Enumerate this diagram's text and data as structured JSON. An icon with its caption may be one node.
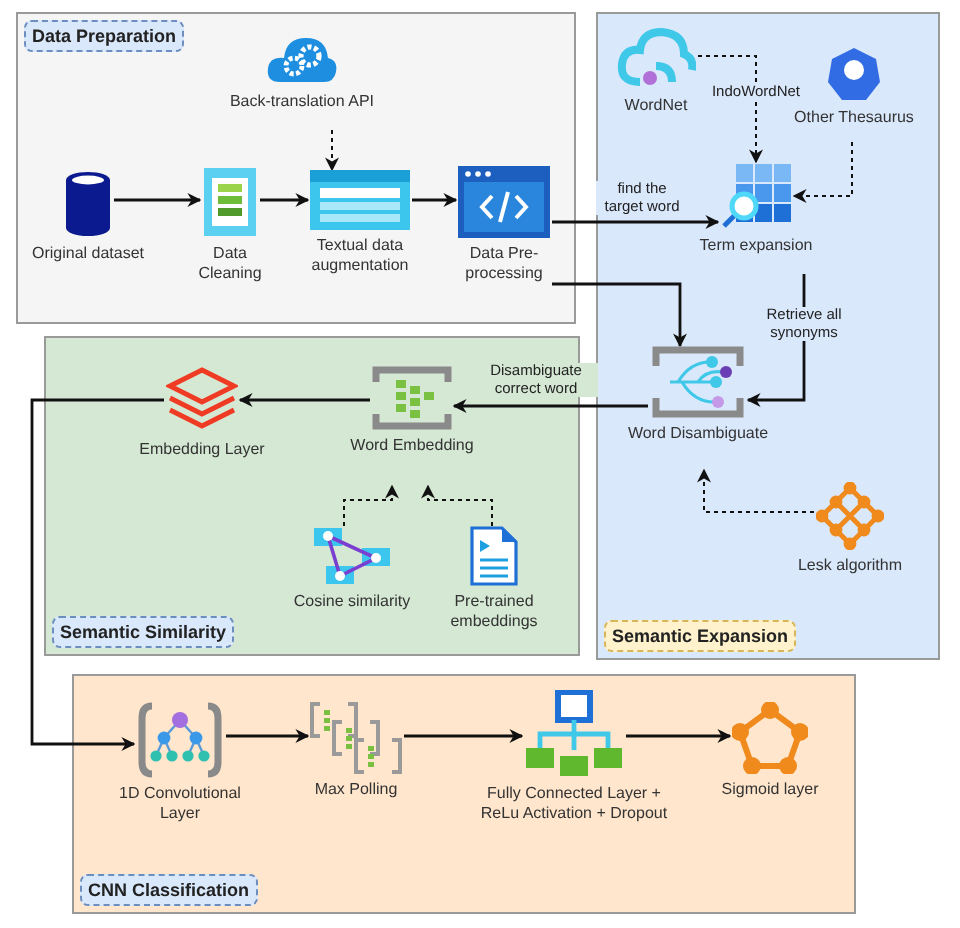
{
  "diagram": {
    "nodes": [
      {
        "text": [
          "Data Preparation"
        ]
      },
      {
        "text": [
          "Back-translation API"
        ],
        "in": 0
      },
      {
        "text": [
          "Original dataset"
        ],
        "in": 0
      },
      {
        "text": [
          "Data Cleaning"
        ],
        "in": 0
      },
      {
        "text": [
          "Textual data augmentation"
        ],
        "in": 0
      },
      {
        "text": [
          "Data Pre-processing"
        ],
        "in": 0
      },
      {
        "text": [
          "Semantic Expansion"
        ]
      },
      {
        "text": [
          "WordNet"
        ],
        "in": 6
      },
      {
        "text": [
          "Other Thesaurus"
        ],
        "in": 6
      },
      {
        "text": [
          "Term expansion"
        ],
        "in": 6
      },
      {
        "text": [
          "Word Disambiguate"
        ],
        "in": 6
      },
      {
        "text": [
          "Lesk algorithm"
        ],
        "in": 6
      },
      {
        "text": [
          "Semantic Similarity"
        ]
      },
      {
        "text": [
          "Embedding Layer"
        ],
        "in": 12
      },
      {
        "text": [
          "Word Embedding"
        ],
        "in": 12
      },
      {
        "text": [
          "Cosine similarity"
        ],
        "in": 12
      },
      {
        "text": [
          "Pre-trained embeddings"
        ],
        "in": 12
      },
      {
        "text": [
          "CNN Classification"
        ]
      },
      {
        "text": [
          "1D Convolutional Layer"
        ],
        "in": 17
      },
      {
        "text": [
          "Max Polling"
        ],
        "in": 17
      },
      {
        "text": [
          "Fully Connected Layer + ReLu Activation + Dropout"
        ],
        "in": 17
      },
      {
        "text": [
          "Sigmoid layer"
        ],
        "in": 17
      }
    ],
    "edges": [
      {
        "from": 2,
        "to": 3,
        "arrow": "to"
      },
      {
        "from": 3,
        "to": 4,
        "arrow": "to"
      },
      {
        "from": 4,
        "to": 5,
        "arrow": "to"
      },
      {
        "from": 1,
        "to": 4,
        "arrow": "to",
        "style": "dashed"
      },
      {
        "from": 5,
        "to": 9,
        "arrow": "to",
        "label": "find the target word"
      },
      {
        "from": 5,
        "to": 10,
        "arrow": "to"
      },
      {
        "from": 7,
        "to": 9,
        "arrow": "to",
        "style": "dashed",
        "label": "IndoWordNet"
      },
      {
        "from": 8,
        "to": 9,
        "arrow": "to",
        "style": "dashed"
      },
      {
        "from": 9,
        "to": 10,
        "arrow": "to",
        "label": "Retrieve all synonyms"
      },
      {
        "from": 11,
        "to": 10,
        "arrow": "to",
        "style": "dashed"
      },
      {
        "from": 10,
        "to": 14,
        "arrow": "to",
        "label": "Disambiguate correct word"
      },
      {
        "from": 14,
        "to": 13,
        "arrow": "to"
      },
      {
        "from": 15,
        "to": 14,
        "arrow": "to",
        "style": "dashed"
      },
      {
        "from": 16,
        "to": 14,
        "arrow": "to",
        "style": "dashed"
      },
      {
        "from": 13,
        "to": 18,
        "arrow": "to"
      },
      {
        "from": 18,
        "to": 19,
        "arrow": "to"
      },
      {
        "from": 19,
        "to": 20,
        "arrow": "to"
      },
      {
        "from": 20,
        "to": 21,
        "arrow": "to"
      }
    ]
  }
}
